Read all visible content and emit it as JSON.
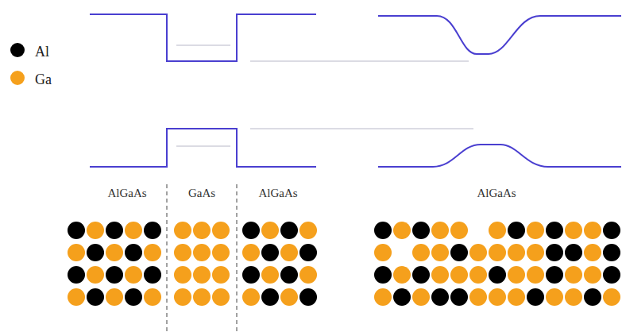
{
  "diagram": {
    "labels": [
      "AlGaAs",
      "GaAs",
      "AlGaAs",
      "AlGaAs"
    ],
    "legend": [
      {
        "text": "Al",
        "color": "#000000"
      },
      {
        "text": "Ga",
        "color": "#f5a01c"
      }
    ]
  }
}
